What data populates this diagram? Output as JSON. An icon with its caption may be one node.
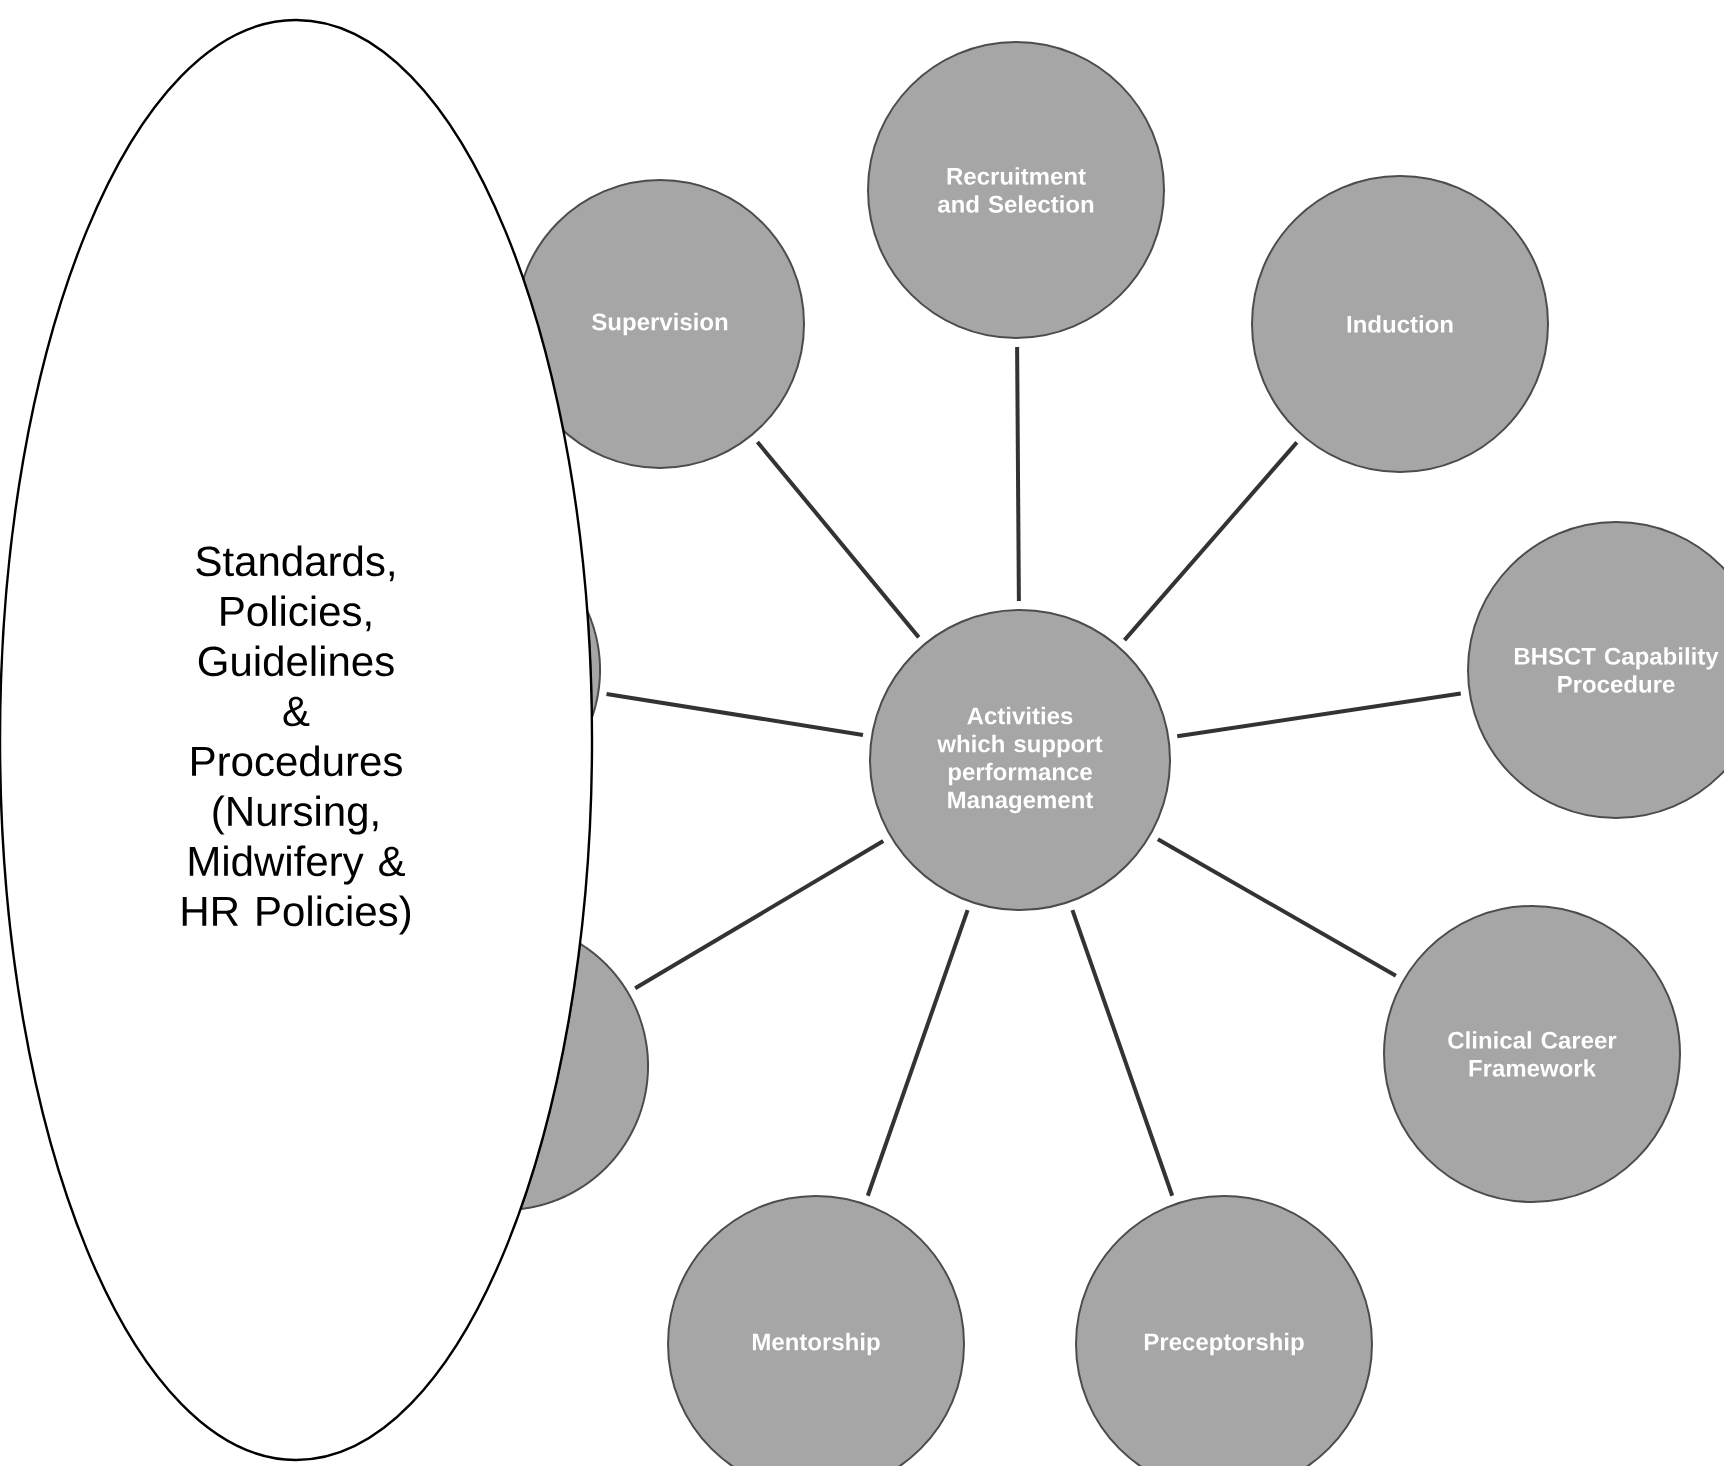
{
  "diagram": {
    "nodes": [
      {
        "text": [
          "Standards, Policies, Guidelines & Procedures (Nursing, Midwifery & HR Policies)"
        ]
      },
      {
        "text": [
          "Activities which support performance Management"
        ]
      },
      {
        "text": [
          "Supervision"
        ]
      },
      {
        "text": [
          "Recruitment and Selection"
        ]
      },
      {
        "text": [
          "Induction"
        ]
      },
      {
        "text": [],
        "shape": "circle"
      },
      {
        "text": [
          "BHSCT Capability Procedure"
        ]
      },
      {
        "text": [],
        "shape": "circle"
      },
      {
        "text": [
          "Clinical Career Framework"
        ]
      },
      {
        "text": [
          "Mentorship"
        ]
      },
      {
        "text": [
          "Preceptorship"
        ]
      }
    ],
    "edges": [
      {
        "from": 1,
        "to": 2,
        "arrow": "none"
      },
      {
        "from": 1,
        "to": 3,
        "arrow": "none"
      },
      {
        "from": 1,
        "to": 4,
        "arrow": "none"
      },
      {
        "from": 1,
        "to": 5,
        "arrow": "none"
      },
      {
        "from": 1,
        "to": 6,
        "arrow": "none"
      },
      {
        "from": 1,
        "to": 7,
        "arrow": "none"
      },
      {
        "from": 1,
        "to": 8,
        "arrow": "none"
      },
      {
        "from": 1,
        "to": 9,
        "arrow": "none"
      },
      {
        "from": 1,
        "to": 10,
        "arrow": "none"
      }
    ]
  }
}
